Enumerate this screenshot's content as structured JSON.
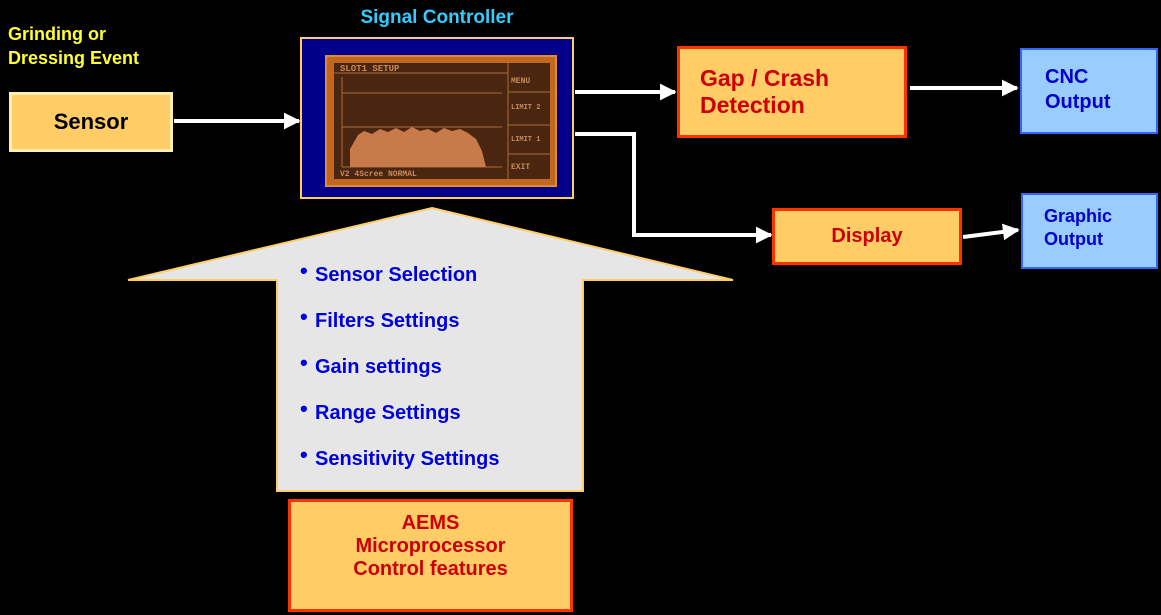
{
  "event": {
    "line1": "Grinding or",
    "line2": "Dressing Event"
  },
  "sensor": {
    "label": "Sensor"
  },
  "controller": {
    "title": "Signal Controller",
    "screen": {
      "header": "SLOT1 SETUP",
      "menu": [
        "MENU",
        "LIMIT 2",
        "LIMIT 1",
        "EXIT"
      ],
      "footer": "V2 4Scree NORMAL"
    }
  },
  "gap": {
    "line1": "Gap / Crash",
    "line2": "Detection"
  },
  "cnc": {
    "line1": "CNC",
    "line2": "Output"
  },
  "display": {
    "label": "Display"
  },
  "graphic": {
    "line1": "Graphic",
    "line2": "Output"
  },
  "settings": [
    "Sensor Selection",
    "Filters Settings",
    "Gain settings",
    "Range Settings",
    "Sensitivity Settings"
  ],
  "bullet_char": "•",
  "aems": {
    "line1": "AEMS",
    "line2": "Microprocessor",
    "line3": "Control features"
  },
  "colors": {
    "background": "#000000",
    "box_fill": "#FFCC66",
    "box_border_red": "#FF3300",
    "output_fill": "#99CCFF",
    "output_border": "#3366FF",
    "arrow": "#FFFFFF",
    "big_arrow_fill": "#E6E6E6",
    "event_text": "#FFFF33",
    "title_text": "#33CCFF",
    "red_text": "#CC0000",
    "blue_text": "#0000CC"
  }
}
